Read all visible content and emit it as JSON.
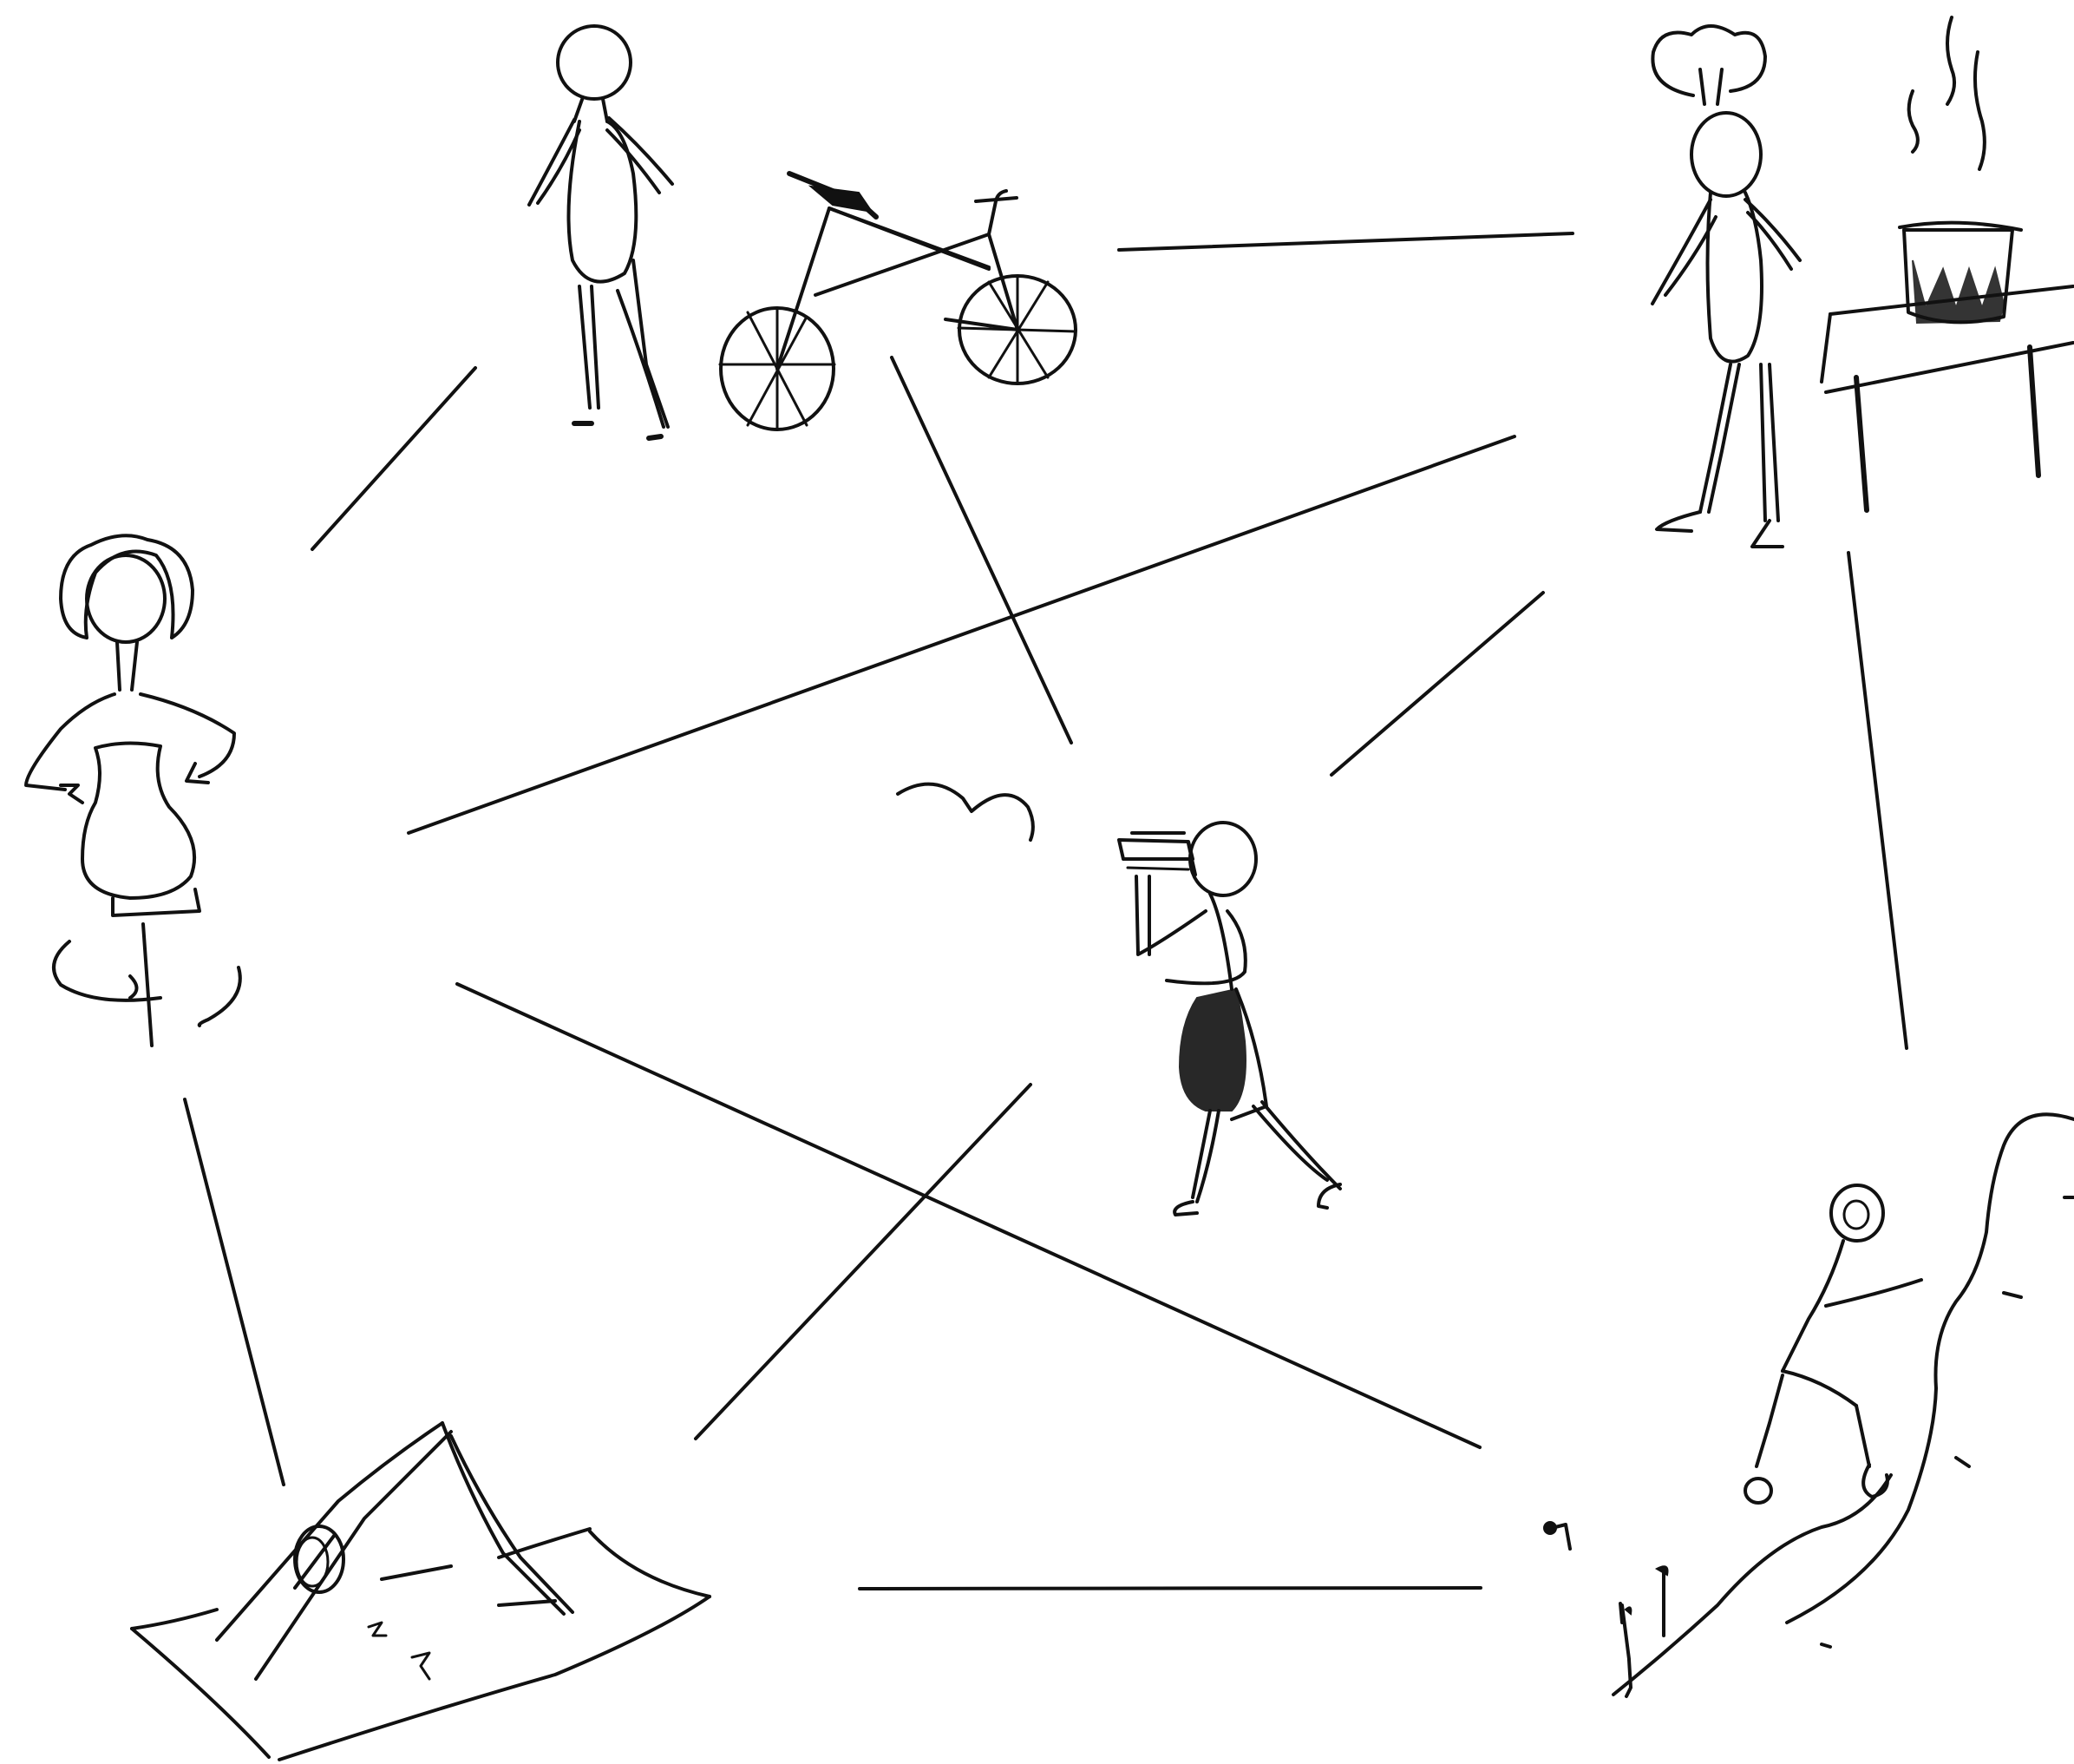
{
  "diagram": {
    "type": "network-sketch",
    "background_color": "#ffffff",
    "ink_color": "#111111",
    "nodes": [
      {
        "id": "cyclist",
        "icon": "person-with-bicycle-icon"
      },
      {
        "id": "chef",
        "icon": "chef-with-cooking-pot-icon"
      },
      {
        "id": "potter",
        "icon": "potter-with-vase-icon"
      },
      {
        "id": "photographer",
        "icon": "person-with-camera-icon"
      },
      {
        "id": "camper",
        "icon": "tent-icon"
      },
      {
        "id": "climber",
        "icon": "climber-on-mountain-icon"
      }
    ],
    "decorations": [
      {
        "id": "bird",
        "icon": "bird-icon"
      }
    ],
    "connections": [
      {
        "from": "cyclist",
        "to": "chef"
      },
      {
        "from": "cyclist",
        "to": "potter"
      },
      {
        "from": "cyclist",
        "to": "photographer"
      },
      {
        "from": "chef",
        "to": "potter"
      },
      {
        "from": "chef",
        "to": "photographer"
      },
      {
        "from": "chef",
        "to": "climber"
      },
      {
        "from": "potter",
        "to": "camper"
      },
      {
        "from": "potter",
        "to": "climber"
      },
      {
        "from": "photographer",
        "to": "camper"
      },
      {
        "from": "camper",
        "to": "climber"
      }
    ]
  }
}
